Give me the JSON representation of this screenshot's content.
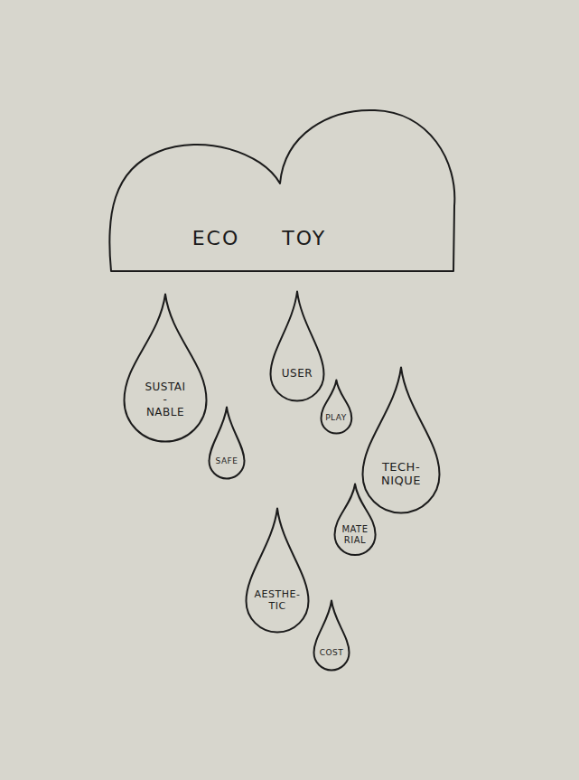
{
  "diagram": {
    "nodes": [
      {
        "text": [
          "ECO TOY"
        ]
      },
      {
        "text": [
          "USER"
        ]
      },
      {
        "text": [
          "SUSTAI -NABLE"
        ]
      },
      {
        "text": [
          "TECH- NIQUE"
        ]
      },
      {
        "text": [
          "PLAY"
        ]
      },
      {
        "text": [
          "SAFE"
        ]
      },
      {
        "text": [
          "MATE RIAL"
        ]
      },
      {
        "text": [
          "AESTHE- TIC"
        ]
      },
      {
        "text": [
          "COST"
        ]
      }
    ]
  }
}
